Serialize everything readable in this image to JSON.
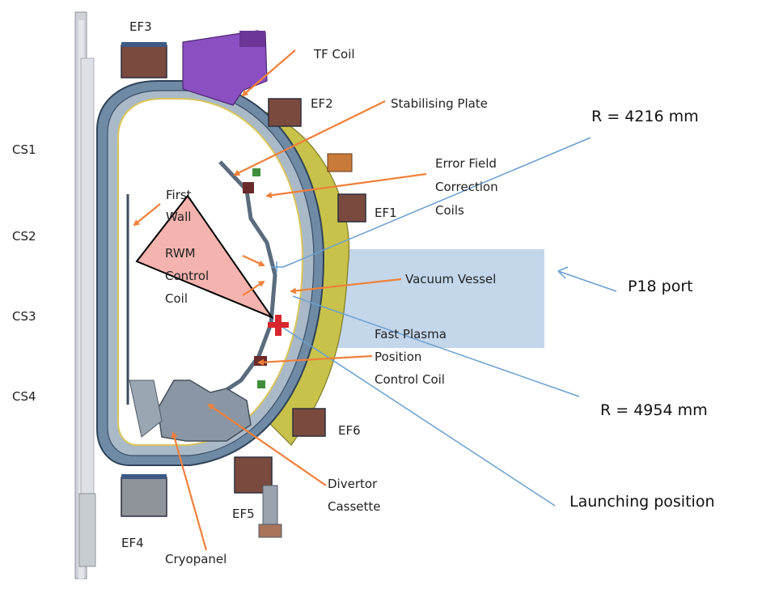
{
  "colors": {
    "vessel_blue": "#4f6f8e",
    "vessel_light": "#aab9c8",
    "yellow_plate": "#c8c24a",
    "purple_tf": "#8a4fc0",
    "orange_arrow": "#f0803a",
    "blue_line": "#6a9fd0",
    "port_box": "#b8cfe6",
    "triangle_fill": "#f4b3ae",
    "launch_marker": "#d8262e"
  },
  "central_solenoid": [
    "CS1",
    "CS2",
    "CS3",
    "CS4"
  ],
  "coil_labels": {
    "ef1": "EF1",
    "ef2": "EF2",
    "ef3": "EF3",
    "ef4": "EF4",
    "ef5": "EF5",
    "ef6": "EF6"
  },
  "component_labels": {
    "tf_coil": "TF Coil",
    "stabilising_plate": "Stabilising Plate",
    "error_field_1": "Error Field",
    "error_field_2": "Correction",
    "error_field_3": "Coils",
    "first_wall_1": "First",
    "first_wall_2": "Wall",
    "rwm_1": "RWM",
    "rwm_2": "Control",
    "rwm_3": "Coil",
    "vacuum_vessel": "Vacuum Vessel",
    "fast_plasma_1": "Fast Plasma",
    "fast_plasma_2": "Position",
    "fast_plasma_3": "Control Coil",
    "divertor_1": "Divertor",
    "divertor_2": "Cassette",
    "cryopanel": "Cryopanel"
  },
  "annotations": {
    "r_inner": "R = 4216 mm",
    "r_outer": "R = 4954 mm",
    "port": "P18 port",
    "launch": "Launching position"
  }
}
